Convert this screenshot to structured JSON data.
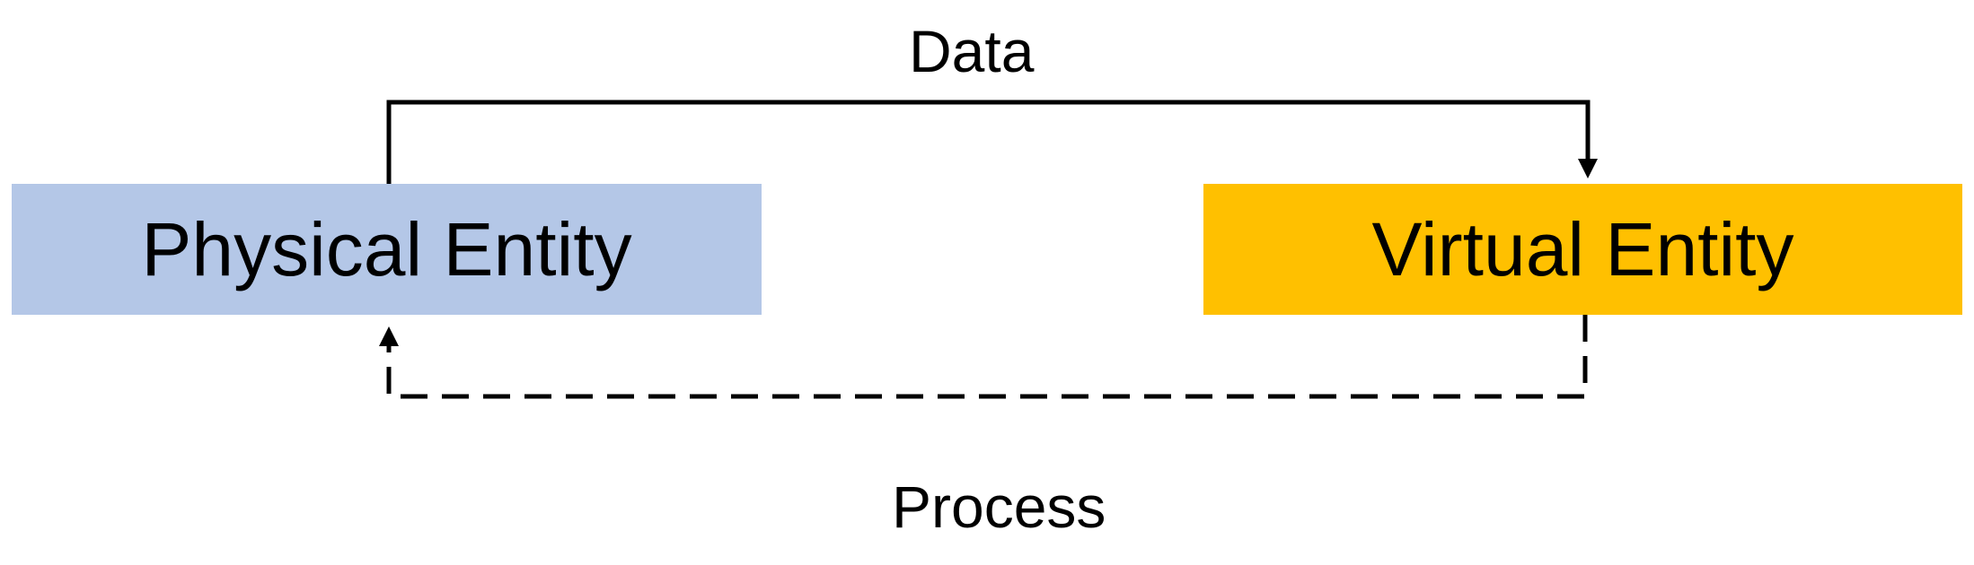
{
  "entities": {
    "physical": {
      "label": "Physical Entity",
      "fill": "#B4C7E7"
    },
    "virtual": {
      "label": "Virtual Entity",
      "fill": "#FFC000"
    }
  },
  "flows": {
    "data": {
      "label": "Data",
      "from": "Physical Entity",
      "to": "Virtual Entity",
      "line_style": "solid"
    },
    "process": {
      "label": "Process",
      "from": "Virtual Entity",
      "to": "Physical Entity",
      "line_style": "dashed"
    }
  },
  "colors": {
    "line": "#000000",
    "background": "#FFFFFF"
  }
}
